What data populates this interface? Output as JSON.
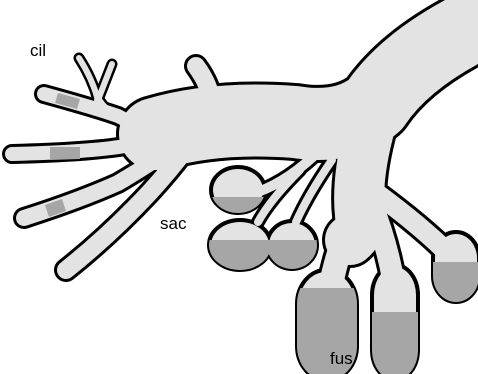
{
  "colors": {
    "background": "#ffffff",
    "body_fill": "#e3e3e3",
    "tip_fill": "#a6a6a6",
    "outline": "#000000",
    "label_text": "#000000"
  },
  "labels": {
    "cil": "cil",
    "sac": "sac",
    "fus": "fus"
  }
}
